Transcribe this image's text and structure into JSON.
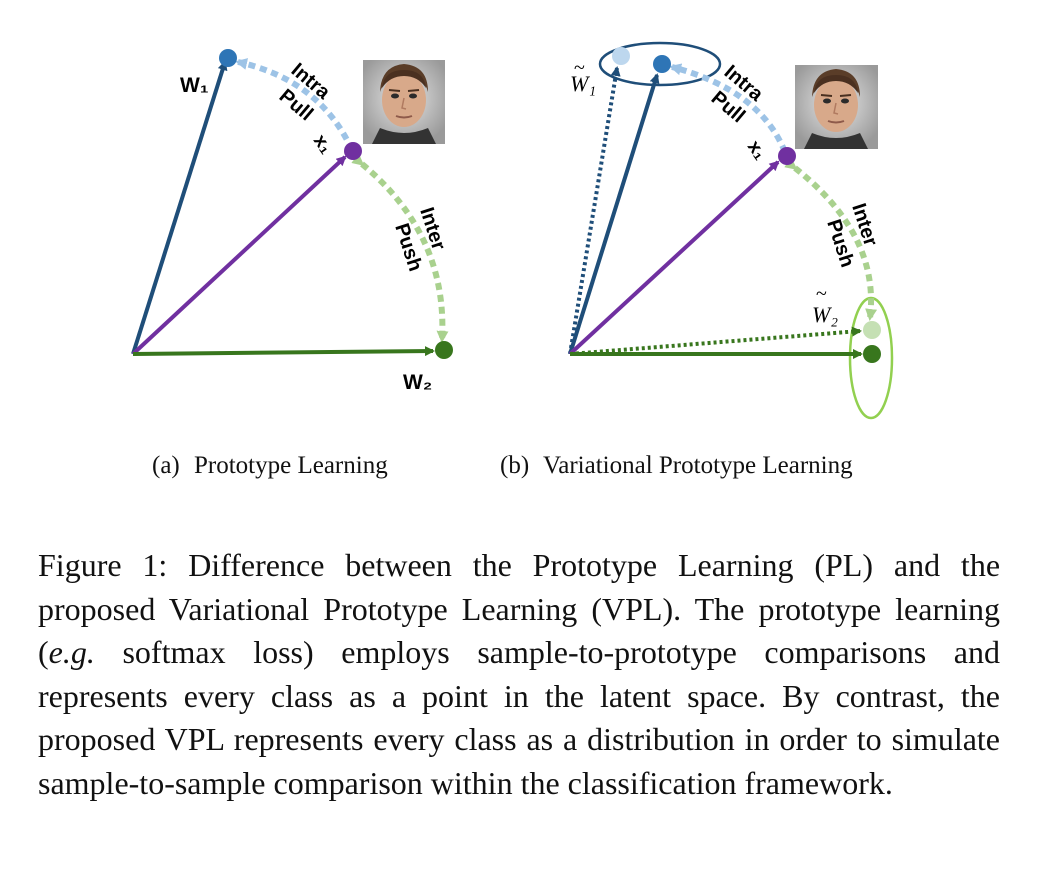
{
  "figure": {
    "panel_a": {
      "tag": "(a)",
      "title": "Prototype Learning",
      "labels": {
        "w1": "W₁",
        "w2": "W₂",
        "x1": "x₁",
        "intra": "Intra",
        "pull": "Pull",
        "inter": "Inter",
        "push": "Push"
      }
    },
    "panel_b": {
      "tag": "(b)",
      "title": "Variational Prototype Learning",
      "labels": {
        "w1_tilde": "W₁",
        "w2_tilde": "W₂",
        "x1": "x₁",
        "intra": "Intra",
        "pull": "Pull",
        "inter": "Inter",
        "push": "Push"
      }
    },
    "colors": {
      "w1": "#1f4e79",
      "w1_point": "#2e75b6",
      "w1_light": "#bdd7ee",
      "w2": "#38761d",
      "w2_light": "#a9d18e",
      "w2_ellipse": "#92d050",
      "x1": "#7030a0",
      "intra_arrow": "#9dc3e6",
      "inter_arrow": "#a9d18e"
    }
  },
  "caption": {
    "label": "Figure 1:",
    "text_1": "Difference between the Prototype Learning (PL) and the proposed Variational Prototype Learning (VPL). The prototype learning (",
    "italic": "e.g.",
    "text_2": " softmax loss) employs sample-to-prototype compar­isons and represents every class as a point in the latent space. By contrast, the proposed VPL represents every class as a distribu­tion in order to simulate sample-to-sample comparison within the classification framework."
  }
}
